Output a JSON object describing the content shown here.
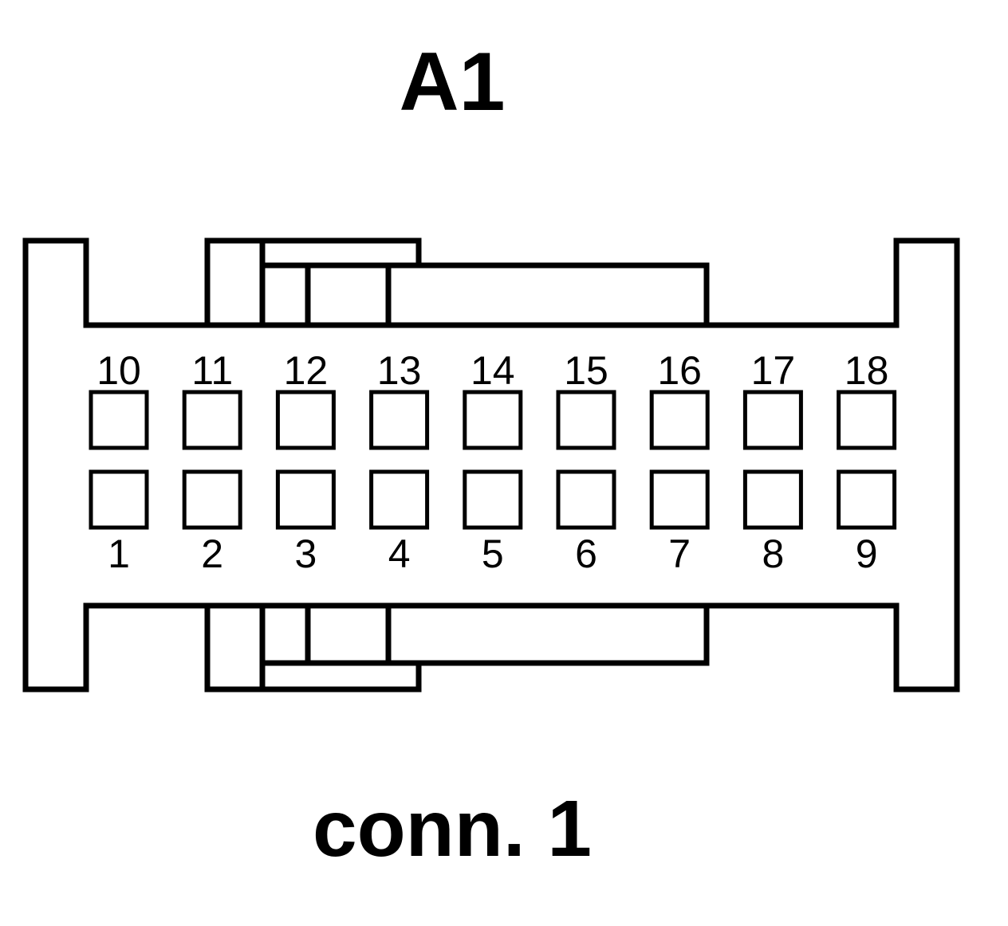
{
  "title": "A1",
  "caption": "conn. 1",
  "connector": {
    "top_row_pins": [
      "10",
      "11",
      "12",
      "13",
      "14",
      "15",
      "16",
      "17",
      "18"
    ],
    "bottom_row_pins": [
      "1",
      "2",
      "3",
      "4",
      "5",
      "6",
      "7",
      "8",
      "9"
    ]
  },
  "colors": {
    "line": "#000000",
    "background": "#ffffff"
  }
}
